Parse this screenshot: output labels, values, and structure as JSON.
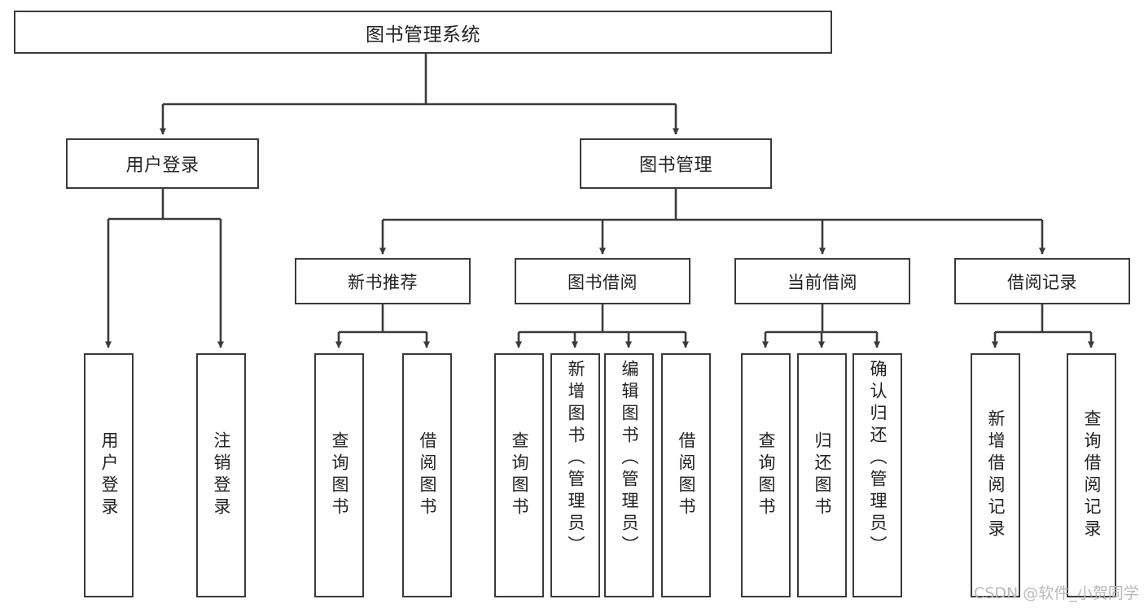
{
  "diagram": {
    "type": "tree-hierarchy-chart",
    "title_node": "图书管理系统",
    "background_color": "#ffffff",
    "line_color": "#3a3a3a",
    "text_color": "#222222",
    "nodes": {
      "root": {
        "label": "图书管理系统",
        "level": 0
      },
      "level2": [
        {
          "id": "user-login",
          "label": "用户登录"
        },
        {
          "id": "book-management",
          "label": "图书管理"
        }
      ],
      "level3": [
        {
          "id": "new-book-recommend",
          "label": "新书推荐",
          "parent": "book-management"
        },
        {
          "id": "book-borrow",
          "label": "图书借阅",
          "parent": "book-management"
        },
        {
          "id": "current-borrow",
          "label": "当前借阅",
          "parent": "book-management"
        },
        {
          "id": "borrow-record",
          "label": "借阅记录",
          "parent": "book-management"
        }
      ],
      "leaves": [
        {
          "id": "leaf-user-login",
          "label": "用户登录",
          "parent": "user-login"
        },
        {
          "id": "leaf-logout-login",
          "label": "注销登录",
          "parent": "user-login"
        },
        {
          "id": "leaf-query-book-1",
          "label": "查询图书",
          "parent": "new-book-recommend"
        },
        {
          "id": "leaf-borrow-book-1",
          "label": "借阅图书",
          "parent": "new-book-recommend"
        },
        {
          "id": "leaf-query-book-2",
          "label": "查询图书",
          "parent": "book-borrow"
        },
        {
          "id": "leaf-add-book",
          "label": "新增图书（管理员）",
          "parent": "book-borrow"
        },
        {
          "id": "leaf-edit-book",
          "label": "编辑图书（管理员）",
          "parent": "book-borrow"
        },
        {
          "id": "leaf-borrow-book-2",
          "label": "借阅图书",
          "parent": "book-borrow"
        },
        {
          "id": "leaf-query-book-3",
          "label": "查询图书",
          "parent": "current-borrow"
        },
        {
          "id": "leaf-return-book",
          "label": "归还图书",
          "parent": "current-borrow"
        },
        {
          "id": "leaf-confirm-return",
          "label": "确认归还（管理员）",
          "parent": "current-borrow"
        },
        {
          "id": "leaf-add-record",
          "label": "新增借阅记录",
          "parent": "borrow-record"
        },
        {
          "id": "leaf-query-record",
          "label": "查询借阅记录",
          "parent": "borrow-record"
        }
      ]
    },
    "watermark": "CSDN @软件_小贺同学"
  }
}
